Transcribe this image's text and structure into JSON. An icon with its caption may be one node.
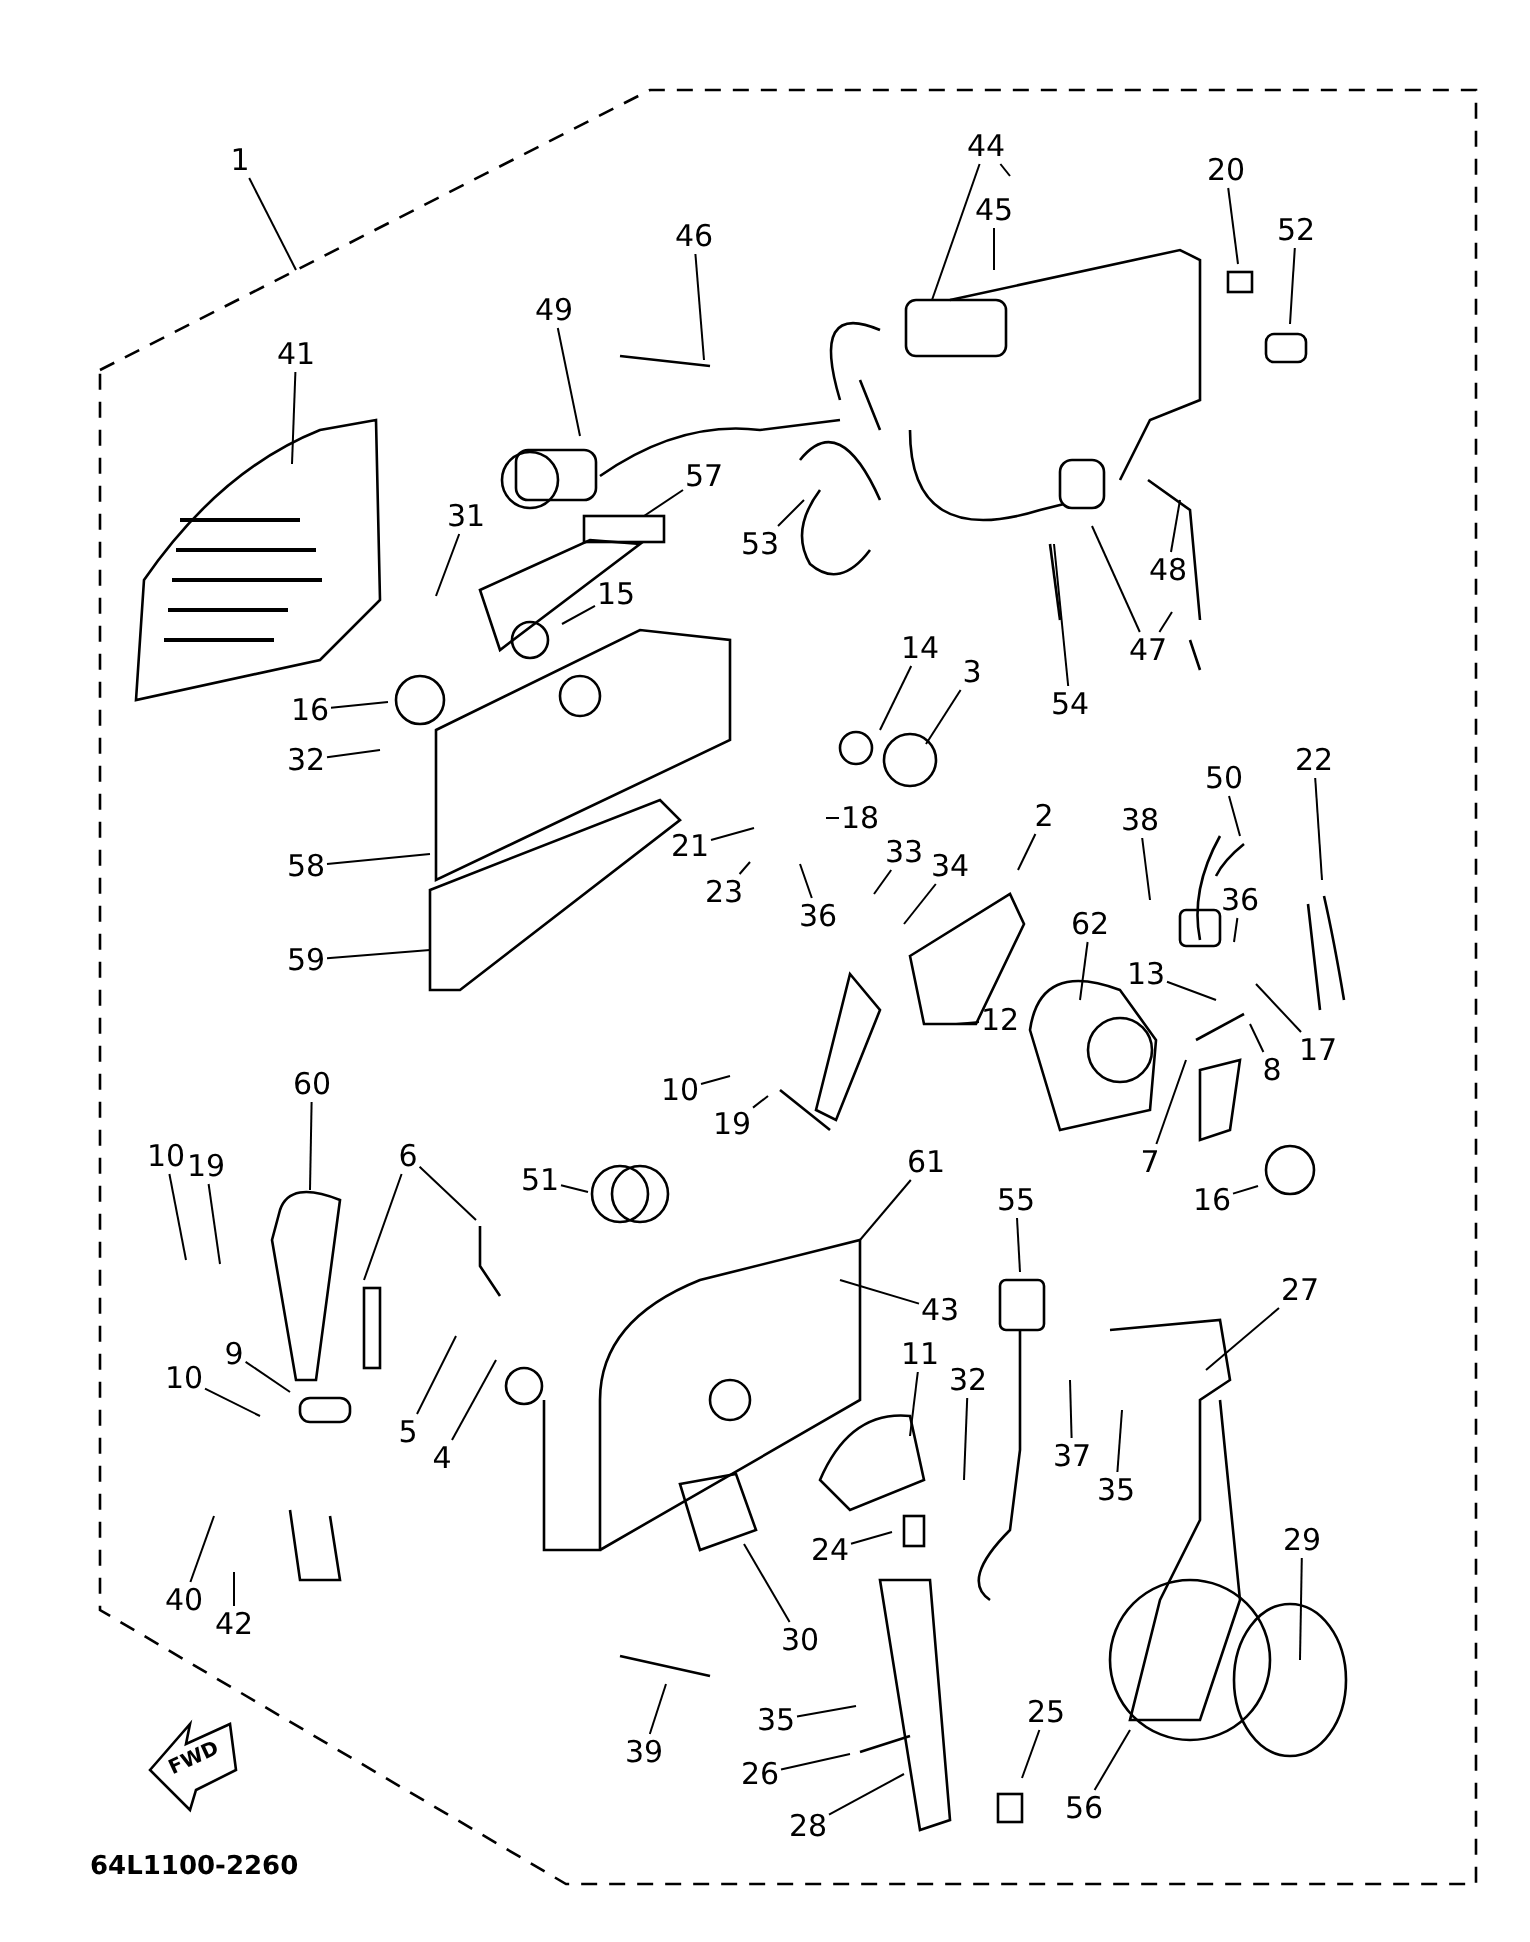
{
  "diagram": {
    "nodes": [
      {
        "text": [
          "1"
        ]
      },
      {
        "text": [
          "44"
        ]
      },
      {
        "text": [
          "20"
        ]
      },
      {
        "text": [
          "45"
        ]
      },
      {
        "text": [
          "52"
        ]
      },
      {
        "text": [
          "46"
        ]
      },
      {
        "text": [
          "49"
        ]
      },
      {
        "text": [
          "41"
        ]
      },
      {
        "text": [
          "57"
        ]
      },
      {
        "text": [
          "31"
        ]
      },
      {
        "text": [
          "53"
        ]
      },
      {
        "text": [
          "15"
        ]
      },
      {
        "text": [
          "48"
        ]
      },
      {
        "text": [
          "47"
        ]
      },
      {
        "text": [
          "3"
        ]
      },
      {
        "text": [
          "14"
        ]
      },
      {
        "text": [
          "54"
        ]
      },
      {
        "text": [
          "16"
        ]
      },
      {
        "text": [
          "32"
        ]
      },
      {
        "text": [
          "50"
        ]
      },
      {
        "text": [
          "22"
        ]
      },
      {
        "text": [
          "18"
        ]
      },
      {
        "text": [
          "2"
        ]
      },
      {
        "text": [
          "38"
        ]
      },
      {
        "text": [
          "21"
        ]
      },
      {
        "text": [
          "33"
        ]
      },
      {
        "text": [
          "58"
        ]
      },
      {
        "text": [
          "34"
        ]
      },
      {
        "text": [
          "23"
        ]
      },
      {
        "text": [
          "36"
        ]
      },
      {
        "text": [
          "36"
        ]
      },
      {
        "text": [
          "62"
        ]
      },
      {
        "text": [
          "59"
        ]
      },
      {
        "text": [
          "13"
        ]
      },
      {
        "text": [
          "17"
        ]
      },
      {
        "text": [
          "12"
        ]
      },
      {
        "text": [
          "8"
        ]
      },
      {
        "text": [
          "10"
        ]
      },
      {
        "text": [
          "19"
        ]
      },
      {
        "text": [
          "60"
        ]
      },
      {
        "text": [
          "7"
        ]
      },
      {
        "text": [
          "16"
        ]
      },
      {
        "text": [
          "10"
        ]
      },
      {
        "text": [
          "19"
        ]
      },
      {
        "text": [
          "6"
        ]
      },
      {
        "text": [
          "51"
        ]
      },
      {
        "text": [
          "61"
        ]
      },
      {
        "text": [
          "55"
        ]
      },
      {
        "text": [
          "27"
        ]
      },
      {
        "text": [
          "43"
        ]
      },
      {
        "text": [
          "11"
        ]
      },
      {
        "text": [
          "9"
        ]
      },
      {
        "text": [
          "32"
        ]
      },
      {
        "text": [
          "10"
        ]
      },
      {
        "text": [
          "5"
        ]
      },
      {
        "text": [
          "37"
        ]
      },
      {
        "text": [
          "4"
        ]
      },
      {
        "text": [
          "35"
        ]
      },
      {
        "text": [
          "24"
        ]
      },
      {
        "text": [
          "29"
        ]
      },
      {
        "text": [
          "40"
        ]
      },
      {
        "text": [
          "42"
        ]
      },
      {
        "text": [
          "30"
        ]
      },
      {
        "text": [
          "35"
        ]
      },
      {
        "text": [
          "39"
        ]
      },
      {
        "text": [
          "25"
        ]
      },
      {
        "text": [
          "26"
        ]
      },
      {
        "text": [
          "56"
        ]
      },
      {
        "text": [
          "28"
        ]
      }
    ],
    "edges": [
      {
        "from": 0,
        "to": null,
        "arrow": "none"
      },
      {
        "from": 1,
        "to": null,
        "arrow": "none"
      },
      {
        "from": 1,
        "to": null,
        "arrow": "none"
      },
      {
        "from": 2,
        "to": null,
        "arrow": "none"
      },
      {
        "from": 3,
        "to": null,
        "arrow": "none"
      },
      {
        "from": 4,
        "to": null,
        "arrow": "none"
      },
      {
        "from": 5,
        "to": null,
        "arrow": "none"
      },
      {
        "from": 6,
        "to": null,
        "arrow": "none"
      },
      {
        "from": 7,
        "to": null,
        "arrow": "none"
      },
      {
        "from": 8,
        "to": null,
        "arrow": "none"
      },
      {
        "from": 9,
        "to": null,
        "arrow": "none"
      },
      {
        "from": 10,
        "to": null,
        "arrow": "none"
      },
      {
        "from": 11,
        "to": null,
        "arrow": "none"
      },
      {
        "from": 12,
        "to": null,
        "arrow": "none"
      },
      {
        "from": 13,
        "to": null,
        "arrow": "none"
      },
      {
        "from": 13,
        "to": null,
        "arrow": "none"
      },
      {
        "from": 14,
        "to": null,
        "arrow": "none"
      },
      {
        "from": 15,
        "to": null,
        "arrow": "none"
      },
      {
        "from": 16,
        "to": null,
        "arrow": "none"
      },
      {
        "from": 17,
        "to": null,
        "arrow": "none"
      },
      {
        "from": 18,
        "to": null,
        "arrow": "none"
      },
      {
        "from": 19,
        "to": null,
        "arrow": "none"
      },
      {
        "from": 20,
        "to": null,
        "arrow": "none"
      },
      {
        "from": 21,
        "to": null,
        "arrow": "none"
      },
      {
        "from": 22,
        "to": null,
        "arrow": "none"
      },
      {
        "from": 23,
        "to": null,
        "arrow": "none"
      },
      {
        "from": 24,
        "to": null,
        "arrow": "none"
      },
      {
        "from": 25,
        "to": null,
        "arrow": "none"
      },
      {
        "from": 26,
        "to": null,
        "arrow": "none"
      },
      {
        "from": 27,
        "to": null,
        "arrow": "none"
      },
      {
        "from": 28,
        "to": null,
        "arrow": "none"
      },
      {
        "from": 29,
        "to": null,
        "arrow": "none"
      },
      {
        "from": 30,
        "to": null,
        "arrow": "none"
      },
      {
        "from": 31,
        "to": null,
        "arrow": "none"
      },
      {
        "from": 32,
        "to": null,
        "arrow": "none"
      },
      {
        "from": 33,
        "to": null,
        "arrow": "none"
      },
      {
        "from": 34,
        "to": null,
        "arrow": "none"
      },
      {
        "from": 35,
        "to": null,
        "arrow": "none"
      },
      {
        "from": 36,
        "to": null,
        "arrow": "none"
      },
      {
        "from": 37,
        "to": null,
        "arrow": "none"
      },
      {
        "from": 38,
        "to": null,
        "arrow": "none"
      },
      {
        "from": 39,
        "to": null,
        "arrow": "none"
      },
      {
        "from": 40,
        "to": null,
        "arrow": "none"
      },
      {
        "from": 41,
        "to": null,
        "arrow": "none"
      },
      {
        "from": 42,
        "to": null,
        "arrow": "none"
      },
      {
        "from": 43,
        "to": null,
        "arrow": "none"
      },
      {
        "from": 44,
        "to": null,
        "arrow": "none"
      },
      {
        "from": 44,
        "to": null,
        "arrow": "none"
      },
      {
        "from": 45,
        "to": null,
        "arrow": "none"
      },
      {
        "from": 46,
        "to": null,
        "arrow": "none"
      },
      {
        "from": 47,
        "to": null,
        "arrow": "none"
      },
      {
        "from": 48,
        "to": null,
        "arrow": "none"
      },
      {
        "from": 49,
        "to": null,
        "arrow": "none"
      },
      {
        "from": 50,
        "to": null,
        "arrow": "none"
      },
      {
        "from": 51,
        "to": null,
        "arrow": "none"
      },
      {
        "from": 52,
        "to": null,
        "arrow": "none"
      },
      {
        "from": 53,
        "to": null,
        "arrow": "none"
      },
      {
        "from": 54,
        "to": null,
        "arrow": "none"
      },
      {
        "from": 55,
        "to": null,
        "arrow": "none"
      },
      {
        "from": 56,
        "to": null,
        "arrow": "none"
      },
      {
        "from": 57,
        "to": null,
        "arrow": "none"
      },
      {
        "from": 58,
        "to": null,
        "arrow": "none"
      },
      {
        "from": 59,
        "to": null,
        "arrow": "none"
      },
      {
        "from": 60,
        "to": null,
        "arrow": "none"
      },
      {
        "from": 61,
        "to": null,
        "arrow": "none"
      },
      {
        "from": 62,
        "to": null,
        "arrow": "none"
      },
      {
        "from": 63,
        "to": null,
        "arrow": "none"
      },
      {
        "from": 64,
        "to": null,
        "arrow": "none"
      },
      {
        "from": 65,
        "to": null,
        "arrow": "none"
      },
      {
        "from": 66,
        "to": null,
        "arrow": "none"
      },
      {
        "from": 67,
        "to": null,
        "arrow": "none"
      },
      {
        "from": 68,
        "to": null,
        "arrow": "none"
      }
    ],
    "labels": [
      "FWD",
      "64L1100-2260"
    ]
  }
}
